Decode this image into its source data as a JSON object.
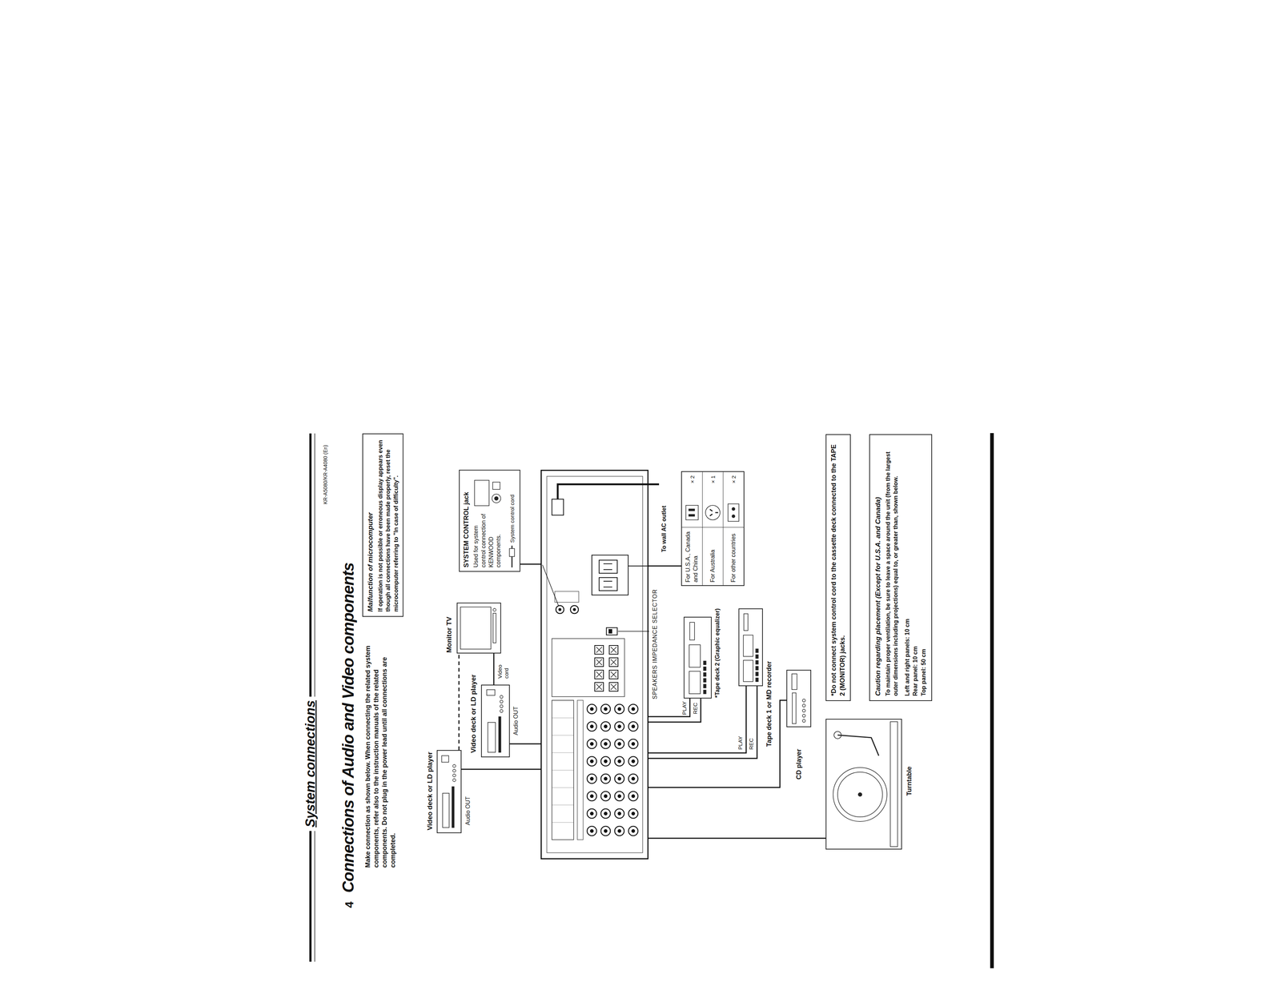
{
  "diagram": {
    "title": "Connections of Audio and Video components",
    "nodes": [
      {
        "text": [
          "Malfunction of microcomputer",
          "If operation is not possible or erroneous display appears even though all connections have been made properly, reset the microcomputer referring to \"In case of difficulty\"."
        ]
      },
      {
        "text": [
          "Video deck or LD player"
        ]
      },
      {
        "text": [
          "Video deck or LD player"
        ]
      },
      {
        "text": [
          "Monitor TV"
        ]
      },
      {
        "text": [
          "SYSTEM CONTROL jack",
          "Used for system control connection of KENWOOD components.",
          "System control cord"
        ]
      },
      {
        "text": [
          "SPEAKERS IMPEDANCE SELECTOR"
        ]
      },
      {
        "text": [
          "*Tape deck 2 (Graphic equalizer)"
        ]
      },
      {
        "text": [
          "Tape deck 1 or MD recorder"
        ]
      },
      {
        "text": [
          "CD player"
        ]
      },
      {
        "text": [
          "Turntable"
        ]
      },
      {
        "text": [
          "For U.S.A., Canada and China",
          "× 2",
          "For Australia",
          "× 1",
          "For other countries",
          "× 2"
        ]
      },
      {
        "text": [
          "*Do not connect system control cord to the cassette deck connected to the TAPE 2 (MONITOR) jacks."
        ]
      },
      {
        "text": [
          "Caution regarding placement (Except for U.S.A. and Canada)",
          "To maintain proper ventilation, be sure to leave a space around the unit (from the largest outer dimensions including projections) equal to, or greater than, shown below.",
          "Left and right panels: 10 cm",
          "Rear panel: 10 cm",
          "Top panel: 50 cm"
        ]
      }
    ],
    "edges": [
      {
        "from": 5,
        "to": 1,
        "arrow": "none"
      },
      {
        "from": 5,
        "to": 2,
        "arrow": "none"
      },
      {
        "from": 1,
        "to": 3,
        "arrow": "none"
      },
      {
        "from": 2,
        "to": 3,
        "label": "Video cord",
        "arrow": "none"
      },
      {
        "from": 5,
        "to": 6,
        "label": "PLAY",
        "arrow": "none"
      },
      {
        "from": 5,
        "to": 6,
        "label": "REC",
        "arrow": "none"
      },
      {
        "from": 5,
        "to": 7,
        "label": "PLAY",
        "arrow": "none"
      },
      {
        "from": 5,
        "to": 7,
        "label": "REC",
        "arrow": "none"
      },
      {
        "from": 5,
        "to": 8,
        "arrow": "none"
      },
      {
        "from": 5,
        "to": 9,
        "arrow": "none"
      },
      {
        "from": 5,
        "to": 10,
        "arrow": "none"
      },
      {
        "from": 5,
        "to": 4,
        "arrow": "none"
      }
    ],
    "labels": [
      "System connections",
      "KR-A5080/KR-A4080 (En)",
      "4",
      "Make connection as shown below. When connecting the related system components, refer also to the instruction manuals of the related components. Do not plug in the power lead until all connections are completed.",
      "Audio OUT",
      "Audio OUT",
      "To wall AC outlet"
    ]
  }
}
